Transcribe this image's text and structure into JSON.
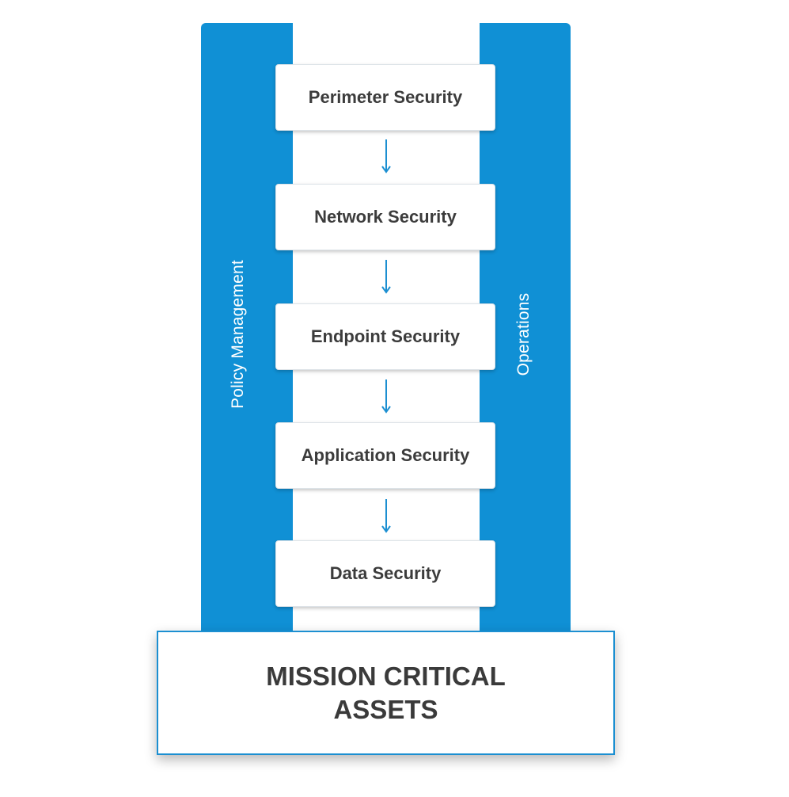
{
  "diagram": {
    "side_labels": {
      "left": "Policy Management",
      "right": "Operations"
    },
    "layers": [
      {
        "label": "Perimeter Security"
      },
      {
        "label": "Network Security"
      },
      {
        "label": "Endpoint Security"
      },
      {
        "label": "Application Security"
      },
      {
        "label": "Data Security"
      }
    ],
    "base": {
      "label": "MISSION CRITICAL ASSETS"
    },
    "colors": {
      "accent": "#1090d5",
      "border": "#1c8fd1",
      "text": "#3c3c3c",
      "box": "#ffffff"
    }
  }
}
